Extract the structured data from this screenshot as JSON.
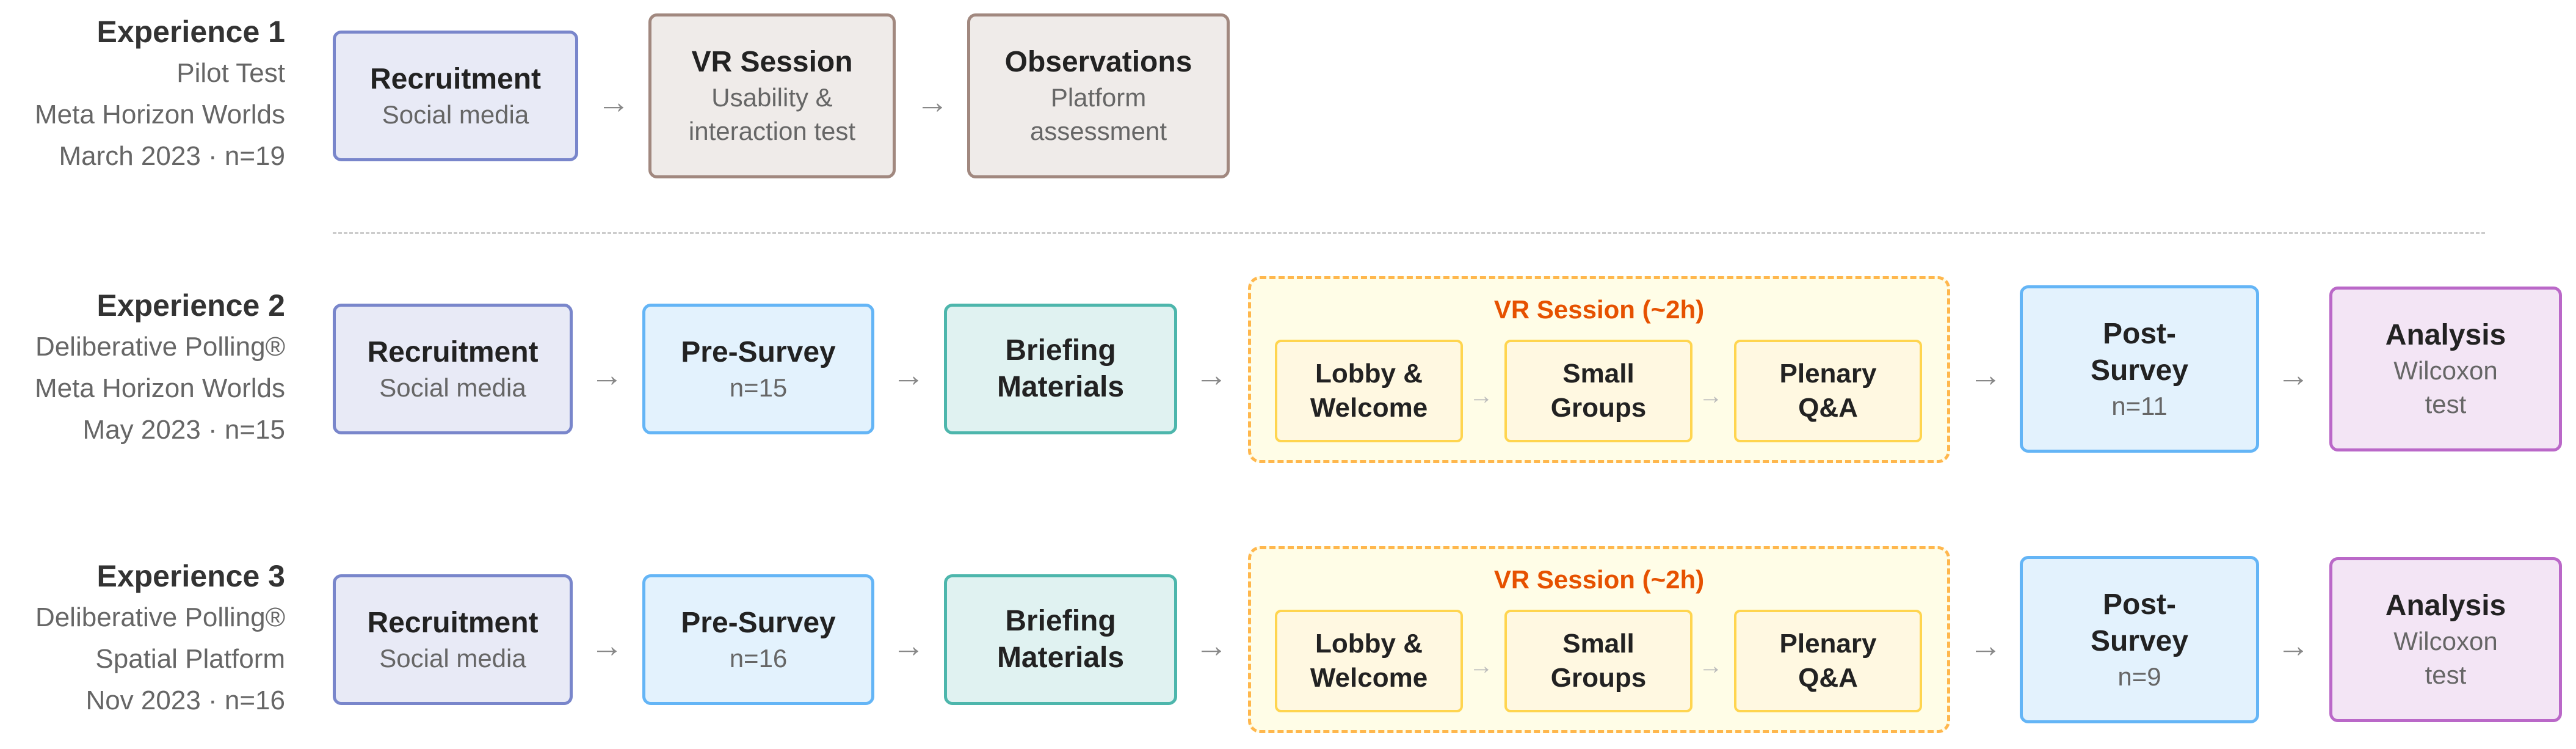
{
  "experiences": [
    {
      "title": "Experience 1",
      "lines": [
        "Pilot Test",
        "Meta Horizon Worlds",
        "March 2023 · n=19"
      ],
      "steps": [
        {
          "title": "Recruitment",
          "sub": "Social media"
        },
        {
          "title": "VR Session",
          "sub": "Usability & interaction test"
        },
        {
          "title": "Observations",
          "sub": "Platform assessment"
        }
      ]
    },
    {
      "title": "Experience 2",
      "lines": [
        "Deliberative Polling®",
        "Meta Horizon Worlds",
        "May 2023 · n=15"
      ],
      "steps": [
        {
          "title": "Recruitment",
          "sub": "Social media"
        },
        {
          "title": "Pre-Survey",
          "sub": "n=15"
        },
        {
          "title": "Briefing Materials"
        },
        {
          "title": "VR Session (~2h)",
          "substeps": [
            "Lobby & Welcome",
            "Small Groups",
            "Plenary Q&A"
          ]
        },
        {
          "title": "Post-Survey",
          "sub": "n=11"
        },
        {
          "title": "Analysis",
          "sub": "Wilcoxon test"
        }
      ]
    },
    {
      "title": "Experience 3",
      "lines": [
        "Deliberative Polling®",
        "Spatial Platform",
        "Nov 2023 · n=16"
      ],
      "steps": [
        {
          "title": "Recruitment",
          "sub": "Social media"
        },
        {
          "title": "Pre-Survey",
          "sub": "n=16"
        },
        {
          "title": "Briefing Materials"
        },
        {
          "title": "VR Session (~2h)",
          "substeps": [
            "Lobby & Welcome",
            "Small Groups",
            "Plenary Q&A"
          ]
        },
        {
          "title": "Post-Survey",
          "sub": "n=9"
        },
        {
          "title": "Analysis",
          "sub": "Wilcoxon test"
        }
      ]
    }
  ],
  "arrow_glyph": "→",
  "colors": {
    "recruitment": "#7986cb",
    "vr_session": "#a1887f",
    "survey": "#64b5f6",
    "briefing": "#4db6ac",
    "vr_group": "#ffb74d",
    "vr_group_title": "#e65100",
    "substep": "#ffd54f",
    "analysis": "#ba68c8"
  }
}
